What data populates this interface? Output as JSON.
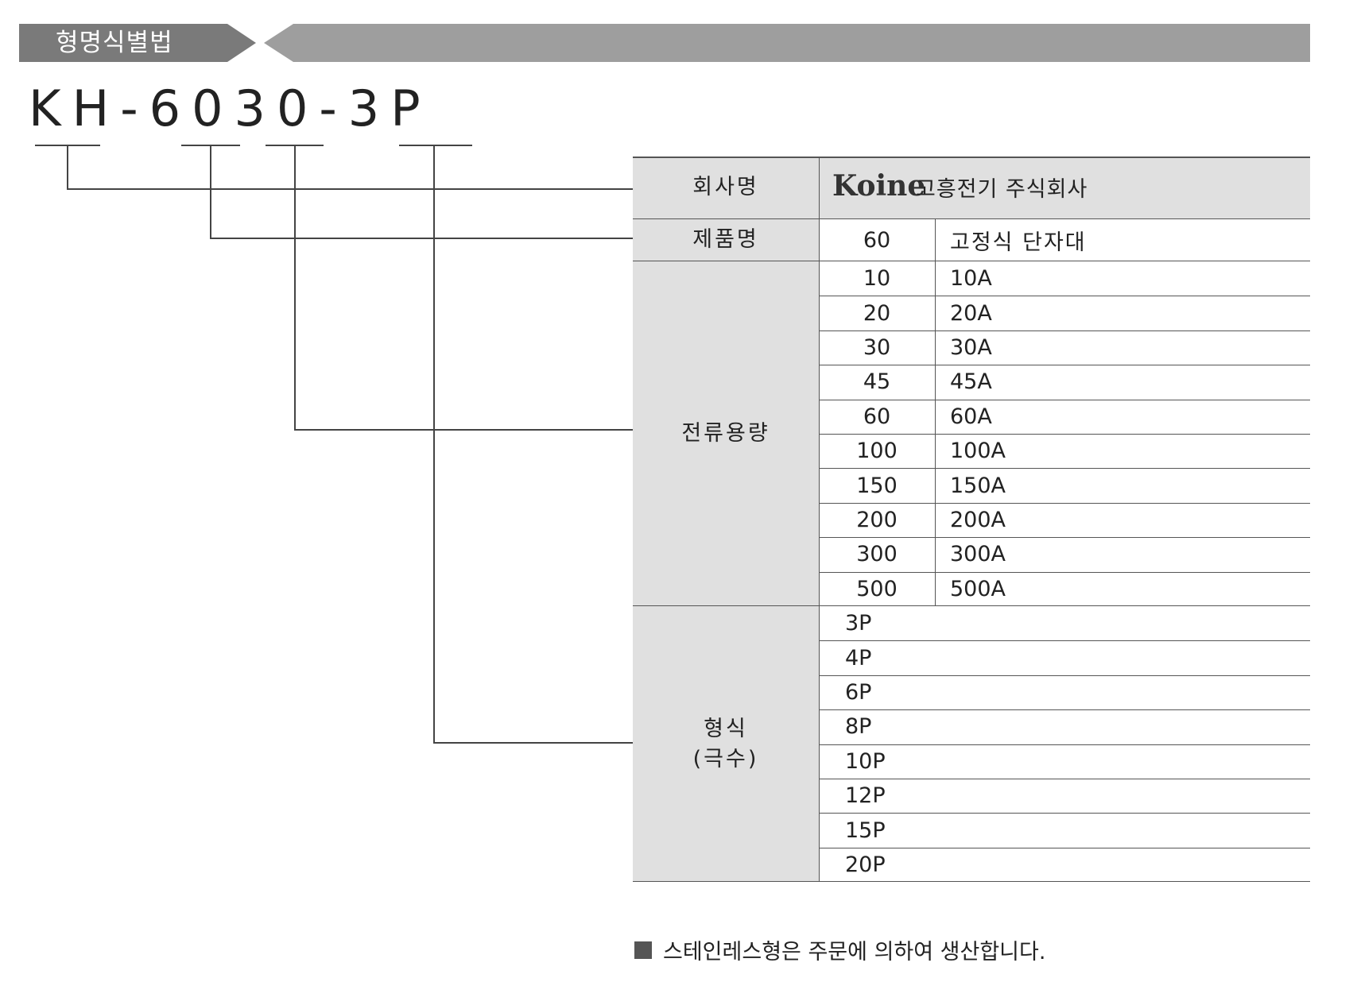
{
  "header": {
    "title": "형명식별법"
  },
  "model_code": "KH-6030-3P",
  "company": {
    "label": "회사명",
    "logo_text": "Koine",
    "name": "고흥전기 주식회사"
  },
  "product": {
    "label": "제품명",
    "code": "60",
    "description": "고정식 단자대"
  },
  "current": {
    "label": "전류용량",
    "rows": [
      {
        "code": "10",
        "value": "10A"
      },
      {
        "code": "20",
        "value": "20A"
      },
      {
        "code": "30",
        "value": "30A"
      },
      {
        "code": "45",
        "value": "45A"
      },
      {
        "code": "60",
        "value": "60A"
      },
      {
        "code": "100",
        "value": "100A"
      },
      {
        "code": "150",
        "value": "150A"
      },
      {
        "code": "200",
        "value": "200A"
      },
      {
        "code": "300",
        "value": "300A"
      },
      {
        "code": "500",
        "value": "500A"
      }
    ]
  },
  "type": {
    "label_line1": "형식",
    "label_line2": "(극수)",
    "rows": [
      "3P",
      "4P",
      "6P",
      "8P",
      "10P",
      "12P",
      "15P",
      "20P"
    ]
  },
  "note": "스테인레스형은 주문에 의하여 생산합니다.",
  "colors": {
    "header": "#9e9e9e",
    "header_dark": "#7a7a7a",
    "category_bg": "#e0e0e0",
    "line": "#555555"
  }
}
